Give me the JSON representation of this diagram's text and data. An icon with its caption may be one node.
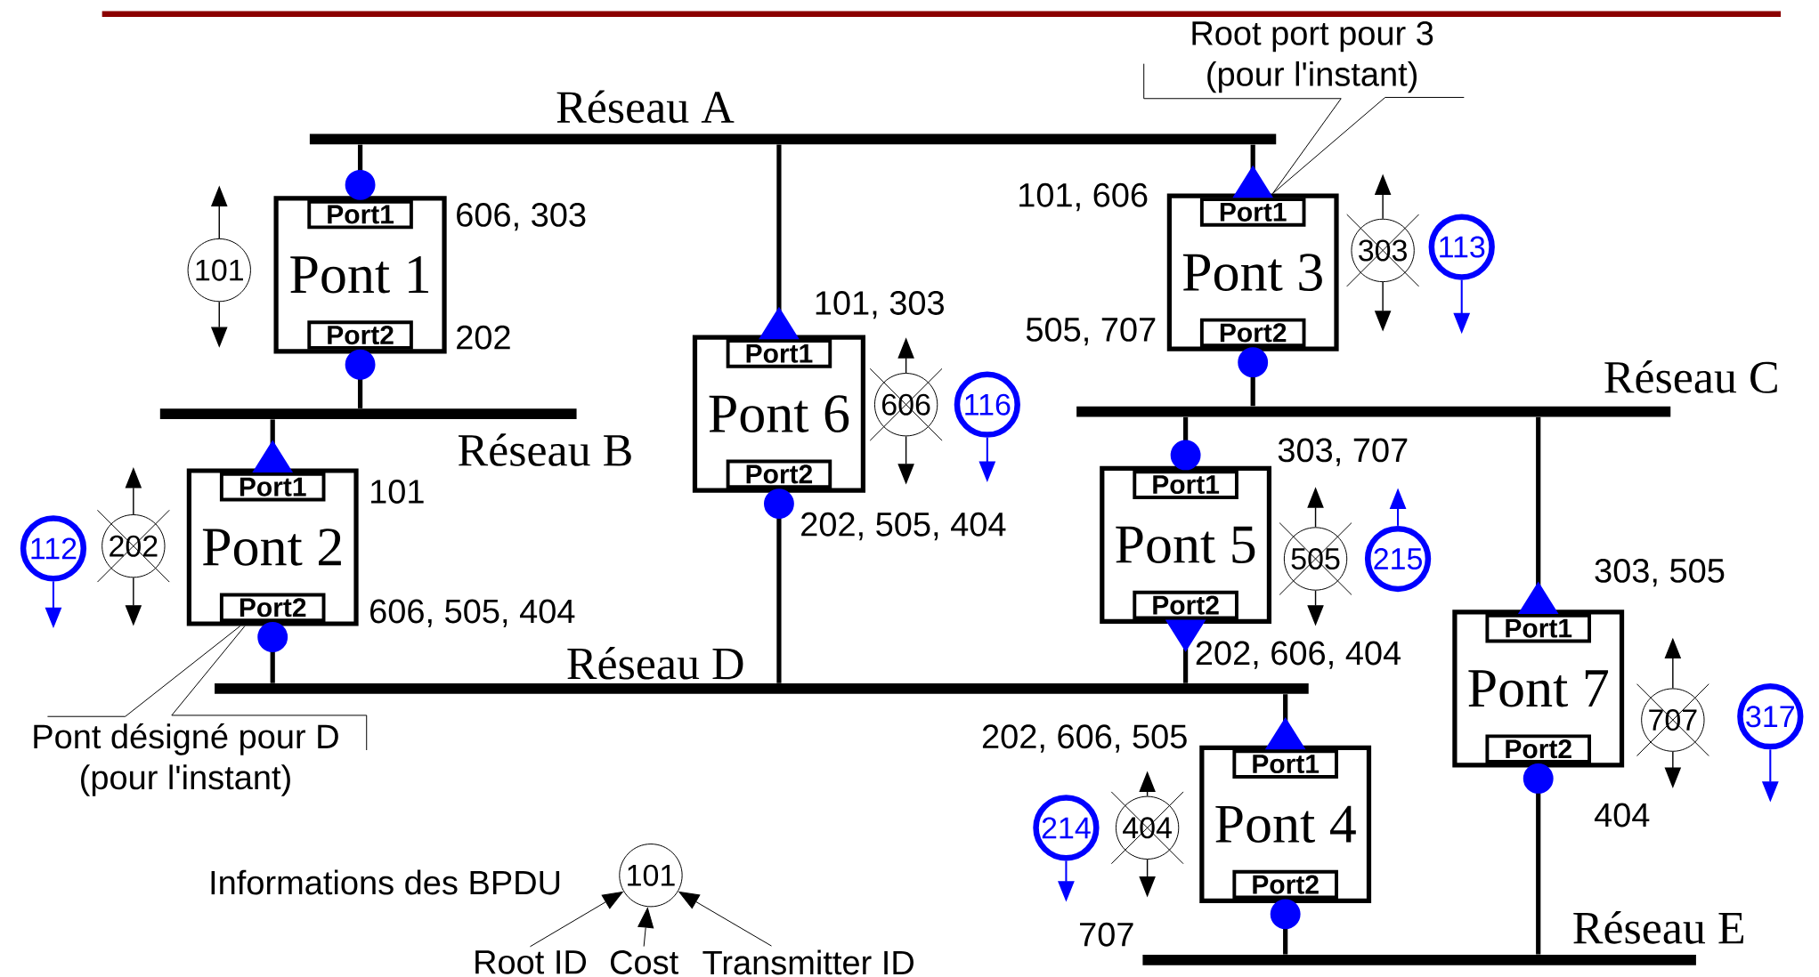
{
  "diagram": {
    "nodes": [
      {
        "text": [
          "Réseau A"
        ]
      },
      {
        "text": [
          "Pont 1"
        ]
      },
      {
        "text": [
          "Port1"
        ],
        "in": 1,
        "beside": [
          "606, 303"
        ]
      },
      {
        "text": [
          "Port2"
        ],
        "in": 1,
        "beside": [
          "202"
        ]
      },
      {
        "text": [
          "Pont 6"
        ]
      },
      {
        "text": [
          "Port1"
        ],
        "in": 4,
        "beside": [
          "101, 303"
        ]
      },
      {
        "text": [
          "Port2"
        ],
        "in": 4,
        "beside": [
          "202, 505, 404"
        ]
      },
      {
        "text": [
          "Pont 3"
        ]
      },
      {
        "text": [
          "Port1"
        ],
        "in": 7,
        "beside": [
          "101, 606"
        ]
      },
      {
        "text": [
          "Port2"
        ],
        "in": 7,
        "beside": [
          "505, 707"
        ]
      },
      {
        "text": [
          "Réseau B"
        ]
      },
      {
        "text": [
          "Réseau C"
        ]
      },
      {
        "text": [
          "Pont 2"
        ]
      },
      {
        "text": [
          "Port1"
        ],
        "in": 12,
        "beside": [
          "101"
        ]
      },
      {
        "text": [
          "Port2"
        ],
        "in": 12,
        "beside": [
          "606, 505, 404"
        ]
      },
      {
        "text": [
          "Pont 5"
        ]
      },
      {
        "text": [
          "Port1"
        ],
        "in": 15
      },
      {
        "text": [
          "Port2"
        ],
        "in": 15,
        "beside": [
          "202, 606, 404"
        ]
      },
      {
        "text": [
          "Réseau D"
        ]
      },
      {
        "text": [
          "Pont 7"
        ]
      },
      {
        "text": [
          "Port1"
        ],
        "in": 19,
        "beside": [
          "303, 505"
        ]
      },
      {
        "text": [
          "Port2"
        ],
        "in": 19,
        "beside": [
          "404"
        ]
      },
      {
        "text": [
          "Pont 4"
        ]
      },
      {
        "text": [
          "Port1"
        ],
        "in": 22,
        "beside": [
          "202, 606, 505"
        ]
      },
      {
        "text": [
          "Port2"
        ],
        "in": 22
      },
      {
        "text": [
          "Réseau E"
        ]
      },
      {
        "text": [
          "101"
        ]
      },
      {
        "text": [
          "606"
        ]
      },
      {
        "text": [
          "116"
        ]
      },
      {
        "text": [
          "303"
        ]
      },
      {
        "text": [
          "113"
        ]
      },
      {
        "text": [
          "112"
        ]
      },
      {
        "text": [
          "202"
        ]
      },
      {
        "text": [
          "505"
        ]
      },
      {
        "text": [
          "215"
        ]
      },
      {
        "text": [
          "707"
        ]
      },
      {
        "text": [
          "317"
        ]
      },
      {
        "text": [
          "214"
        ]
      },
      {
        "text": [
          "404"
        ]
      },
      {
        "text": [
          "Root port pour 3 (pour l'instant)"
        ]
      },
      {
        "text": [
          "Pont désigné pour D (pour l'instant)"
        ]
      },
      {
        "text": [
          "101"
        ],
        "beside": [
          "Informations des BPDU"
        ]
      },
      {
        "text": [
          "Root ID"
        ]
      },
      {
        "text": [
          "Cost"
        ]
      },
      {
        "text": [
          "Transmitter ID"
        ]
      }
    ],
    "edges": [
      {
        "from": 2,
        "to": 0,
        "arrow": "other",
        "style": "thick"
      },
      {
        "from": 3,
        "to": 10,
        "arrow": "other",
        "style": "thick"
      },
      {
        "from": 5,
        "to": 0,
        "arrow": "to",
        "style": "thick"
      },
      {
        "from": 6,
        "to": 18,
        "arrow": "other",
        "style": "thick"
      },
      {
        "from": 8,
        "to": 0,
        "arrow": "to",
        "style": "thick"
      },
      {
        "from": 9,
        "to": 11,
        "arrow": "other",
        "style": "thick"
      },
      {
        "from": 13,
        "to": 10,
        "arrow": "to",
        "style": "thick"
      },
      {
        "from": 14,
        "to": 18,
        "arrow": "other",
        "style": "thick"
      },
      {
        "from": 16,
        "to": 11,
        "arrow": "other",
        "style": "thick"
      },
      {
        "from": 17,
        "to": 18,
        "arrow": "to",
        "style": "thick"
      },
      {
        "from": 20,
        "to": 11,
        "arrow": "to",
        "style": "thick"
      },
      {
        "from": 21,
        "to": 25,
        "arrow": "other",
        "style": "thick"
      },
      {
        "from": 23,
        "to": 18,
        "arrow": "to",
        "style": "thick"
      },
      {
        "from": 24,
        "to": 25,
        "arrow": "other",
        "style": "thick"
      },
      {
        "from": 26,
        "to": null,
        "arrow": "to"
      },
      {
        "from": 26,
        "to": null,
        "arrow": "to"
      },
      {
        "from": 27,
        "to": null,
        "arrow": "to"
      },
      {
        "from": 27,
        "to": null,
        "arrow": "to"
      },
      {
        "from": 28,
        "to": null,
        "arrow": "to",
        "color": "#0000ff"
      },
      {
        "from": 29,
        "to": null,
        "arrow": "to"
      },
      {
        "from": 29,
        "to": null,
        "arrow": "to"
      },
      {
        "from": 30,
        "to": null,
        "arrow": "to",
        "color": "#0000ff"
      },
      {
        "from": 31,
        "to": null,
        "arrow": "to",
        "color": "#0000ff"
      },
      {
        "from": 32,
        "to": null,
        "arrow": "to"
      },
      {
        "from": 32,
        "to": null,
        "arrow": "to"
      },
      {
        "from": 33,
        "to": null,
        "arrow": "to"
      },
      {
        "from": 33,
        "to": null,
        "arrow": "to"
      },
      {
        "from": 34,
        "to": null,
        "arrow": "to",
        "color": "#0000ff"
      },
      {
        "from": 35,
        "to": null,
        "arrow": "to"
      },
      {
        "from": 35,
        "to": null,
        "arrow": "to"
      },
      {
        "from": 36,
        "to": null,
        "arrow": "to",
        "color": "#0000ff"
      },
      {
        "from": 37,
        "to": null,
        "arrow": "to",
        "color": "#0000ff"
      },
      {
        "from": 38,
        "to": null,
        "arrow": "to"
      },
      {
        "from": 38,
        "to": null,
        "arrow": "to"
      },
      {
        "from": 39,
        "to": 7,
        "arrow": "none"
      },
      {
        "from": 39,
        "to": 7,
        "arrow": "none"
      },
      {
        "from": 40,
        "to": 12,
        "arrow": "none"
      },
      {
        "from": 40,
        "to": 12,
        "arrow": "none"
      },
      {
        "from": 42,
        "to": 41,
        "arrow": "to"
      },
      {
        "from": 43,
        "to": 41,
        "arrow": "to"
      },
      {
        "from": 44,
        "to": 41,
        "arrow": "to"
      }
    ],
    "labels": [
      "303, 707",
      "707"
    ]
  }
}
